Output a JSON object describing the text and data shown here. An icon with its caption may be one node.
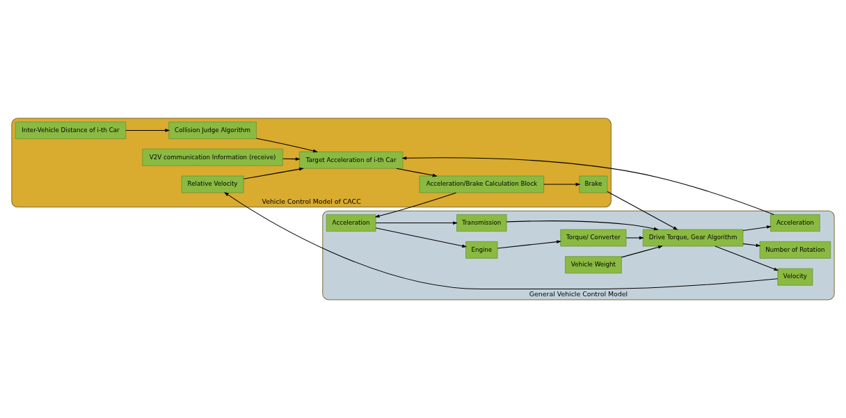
{
  "diagram": {
    "nodes": [
      {
        "text": [
          "Vehicle Control Model of CACC"
        ]
      },
      {
        "text": [
          "Inter-Vehicle Distance of i-th Car"
        ],
        "in": 0
      },
      {
        "text": [
          "Collision Judge Algorithm"
        ],
        "in": 0
      },
      {
        "text": [
          "Target Acceleration of i-th Car"
        ],
        "in": 0
      },
      {
        "text": [
          "V2V communication Information (receive)"
        ],
        "in": 0
      },
      {
        "text": [
          "Acceleration/Brake Calculation Block"
        ],
        "in": 0
      },
      {
        "text": [
          "Relative Velocity"
        ],
        "in": 0
      },
      {
        "text": [
          "Brake"
        ],
        "in": 0
      },
      {
        "text": [
          "General Vehicle Control Model"
        ]
      },
      {
        "text": [
          "Engine"
        ],
        "in": 8
      },
      {
        "text": [
          "Torque/ Converter"
        ],
        "in": 8
      },
      {
        "text": [
          "Drive Torque, Gear Algorithm"
        ],
        "in": 8
      },
      {
        "text": [
          "Velocity"
        ],
        "in": 8
      },
      {
        "text": [
          "Acceleration"
        ],
        "in": 8
      },
      {
        "text": [
          "Number of Rotation"
        ],
        "in": 8
      },
      {
        "text": [
          "Acceleration"
        ],
        "in": 8
      },
      {
        "text": [
          "Transmission"
        ],
        "in": 8
      },
      {
        "text": [
          "Vehicle Weight"
        ],
        "in": 8
      }
    ],
    "edges": [
      {
        "from": 1,
        "to": 2,
        "arrow": "to"
      },
      {
        "from": 2,
        "to": 3,
        "arrow": "to"
      },
      {
        "from": 4,
        "to": 3,
        "arrow": "to"
      },
      {
        "from": 3,
        "to": 5,
        "arrow": "to"
      },
      {
        "from": 6,
        "to": 3,
        "arrow": "to"
      },
      {
        "from": 5,
        "to": 7,
        "arrow": "to"
      },
      {
        "from": 5,
        "to": 15,
        "arrow": "to"
      },
      {
        "from": 7,
        "to": 11,
        "arrow": "to"
      },
      {
        "from": 15,
        "to": 9,
        "arrow": "to"
      },
      {
        "from": 15,
        "to": 16,
        "arrow": "to"
      },
      {
        "from": 9,
        "to": 10,
        "arrow": "to"
      },
      {
        "from": 10,
        "to": 11,
        "arrow": "to"
      },
      {
        "from": 16,
        "to": 11,
        "arrow": "to"
      },
      {
        "from": 17,
        "to": 11,
        "arrow": "to"
      },
      {
        "from": 11,
        "to": 12,
        "arrow": "to"
      },
      {
        "from": 11,
        "to": 13,
        "arrow": "to"
      },
      {
        "from": 11,
        "to": 14,
        "arrow": "to"
      },
      {
        "from": 12,
        "to": 6,
        "arrow": "to"
      },
      {
        "from": 13,
        "to": 3,
        "arrow": "to"
      }
    ]
  }
}
